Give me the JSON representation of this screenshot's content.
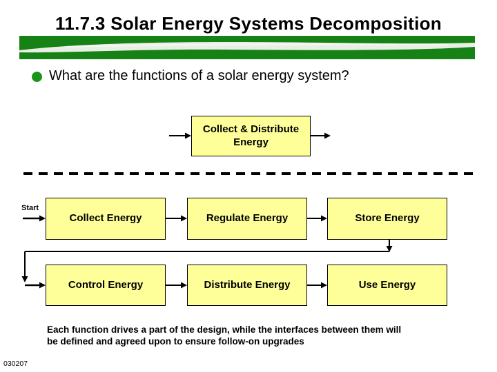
{
  "slide": {
    "title": "11.7.3 Solar Energy Systems Decomposition",
    "bullet": "What are the functions of a solar energy system?",
    "footer_line1": "Each function drives a part of the design, while the interfaces between them will",
    "footer_line2": "be defined and agreed upon to ensure follow-on upgrades",
    "date_code": "030207"
  },
  "diagram": {
    "start_label": "Start",
    "top_box": "Collect & Distribute Energy",
    "row1": [
      "Collect Energy",
      "Regulate Energy",
      "Store Energy"
    ],
    "row2": [
      "Control Energy",
      "Distribute Energy",
      "Use Energy"
    ],
    "flow_order": [
      "Start",
      "Collect Energy",
      "Regulate Energy",
      "Store Energy",
      "Control Energy",
      "Distribute Energy",
      "Use Energy"
    ],
    "colors": {
      "box_fill": "#ffff99",
      "box_border": "#000000",
      "banner_green": "#168216",
      "banner_streak": "#e9efe4",
      "bullet_green": "#1a9419",
      "text": "#000000"
    }
  }
}
